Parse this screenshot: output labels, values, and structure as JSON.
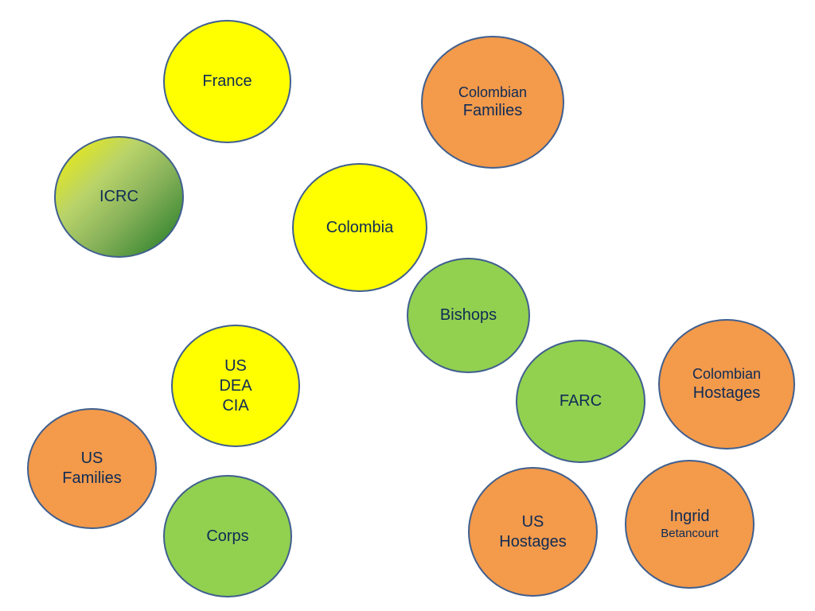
{
  "diagram": {
    "nodes": {
      "france": {
        "lines": [
          "France"
        ],
        "color": "#ffff00"
      },
      "colombian_families": {
        "lines": [
          "Colombian",
          "Families"
        ],
        "color": "#f39a4b"
      },
      "icrc": {
        "lines": [
          "ICRC"
        ],
        "color": "gradient #f3ee00 → #1f7a24"
      },
      "colombia": {
        "lines": [
          "Colombia"
        ],
        "color": "#ffff00"
      },
      "bishops": {
        "lines": [
          "Bishops"
        ],
        "color": "#92d050"
      },
      "us_dea_cia": {
        "lines": [
          "US",
          "DEA",
          "CIA"
        ],
        "color": "#ffff00"
      },
      "farc": {
        "lines": [
          "FARC"
        ],
        "color": "#92d050"
      },
      "colombian_hostages": {
        "lines": [
          "Colombian",
          "Hostages"
        ],
        "color": "#f39a4b"
      },
      "us_families": {
        "lines": [
          "US",
          "Families"
        ],
        "color": "#f39a4b"
      },
      "corps": {
        "lines": [
          "Corps"
        ],
        "color": "#92d050"
      },
      "us_hostages": {
        "lines": [
          "US",
          "Hostages"
        ],
        "color": "#f39a4b"
      },
      "ingrid_betancourt": {
        "lines": [
          "Ingrid",
          "Betancourt"
        ],
        "color": "#f39a4b"
      }
    },
    "border_color": "#3f5f8f",
    "text_color": "#0f2b55"
  }
}
